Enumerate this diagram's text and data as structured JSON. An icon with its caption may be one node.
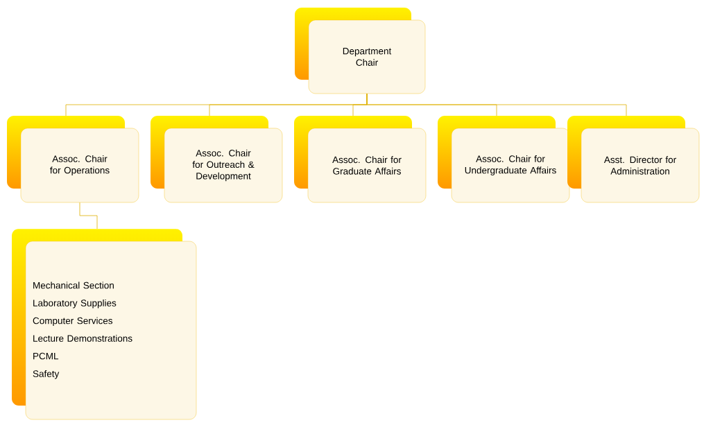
{
  "diagram": {
    "nodes": [
      {
        "text": [
          "Department Chair"
        ]
      },
      {
        "text": [
          "Assoc. Chair for Operations"
        ]
      },
      {
        "text": [
          "Assoc. Chair for Outreach & Development"
        ]
      },
      {
        "text": [
          "Assoc. Chair for Graduate Affairs"
        ]
      },
      {
        "text": [
          "Assoc. Chair for Undergraduate Affairs"
        ]
      },
      {
        "text": [
          "Asst. Director for Administration"
        ]
      },
      {
        "text": [
          "Mechanical Section",
          "Laboratory Supplies",
          "Computer Services",
          "Lecture Demonstrations",
          "PCML",
          "Safety"
        ]
      }
    ],
    "edges": [
      {
        "from": 0,
        "to": 1,
        "arrow": "none"
      },
      {
        "from": 0,
        "to": 2,
        "arrow": "none"
      },
      {
        "from": 0,
        "to": 3,
        "arrow": "none"
      },
      {
        "from": 0,
        "to": 4,
        "arrow": "none"
      },
      {
        "from": 0,
        "to": 5,
        "arrow": "none"
      },
      {
        "from": 1,
        "to": 6,
        "arrow": "none"
      }
    ]
  }
}
